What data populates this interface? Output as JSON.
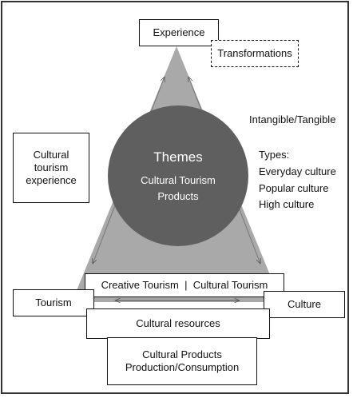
{
  "diagram": {
    "top_box": "Experience",
    "dashed_box": "Transformations",
    "intangible_label": "Intangible/Tangible",
    "types_heading": "Types:",
    "types": [
      "Everyday culture",
      "Popular culture",
      "High culture"
    ],
    "left_box": [
      "Cultural",
      "tourism",
      "experience"
    ],
    "circle_title": "Themes",
    "circle_sub": [
      "Cultural Tourism",
      "Products"
    ],
    "creative_cultural_box": "Creative Tourism  |  Cultural Tourism",
    "tourism_box": "Tourism",
    "culture_box": "Culture",
    "resources_box": "Cultural resources",
    "products_box": [
      "Cultural Products",
      "Production/Consumption"
    ]
  },
  "colors": {
    "triangle": "#a9a9a9",
    "circle": "#5f5f5f",
    "border": "#111111"
  }
}
